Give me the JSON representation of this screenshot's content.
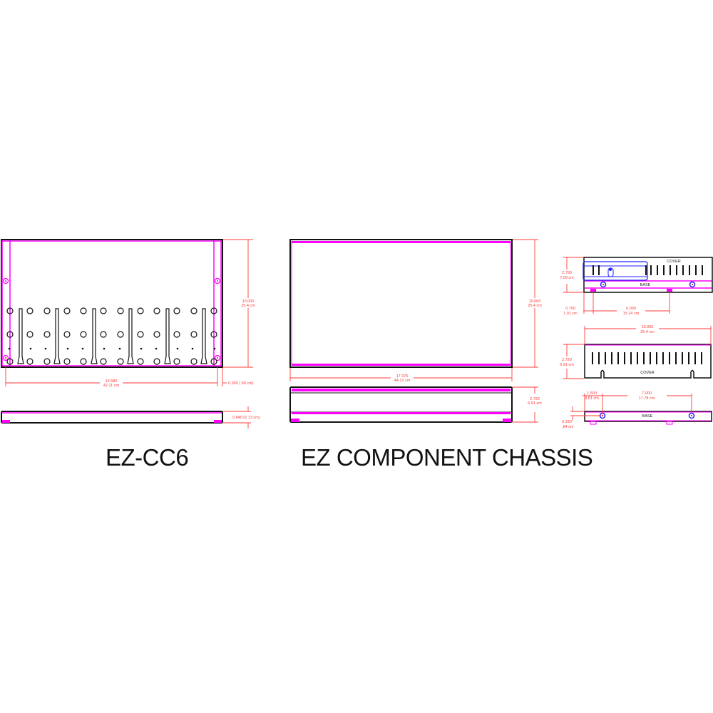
{
  "captions": {
    "left": "EZ-CC6",
    "right": "EZ COMPONENT CHASSIS"
  },
  "colors": {
    "outline": "#111111",
    "magenta": "#ff00ff",
    "dimension": "#ff3b3b",
    "blue": "#2222ff"
  },
  "ez_cc6": {
    "top_view": {
      "height_in": "10.000",
      "height_cm": "25.4 cm",
      "width_in": "16.580",
      "width_cm": "42.11 cm",
      "offset": "0.390 (.99 cm)"
    },
    "side_view": {
      "height": "0.840 (2.13 cm)"
    }
  },
  "chassis": {
    "top_view": {
      "height_in": "10.000",
      "height_cm": "25.4 cm",
      "width_in": "17.375",
      "width_cm": "44.13 cm"
    },
    "front_view": {
      "height_in": "2.720",
      "height_cm": "6.91 cm"
    }
  },
  "side_details": {
    "assembly": {
      "cover_label": "COVER",
      "base_label": "BASE",
      "height_in": "2.790",
      "height_cm": "7.09 cm",
      "foot_offset_in": "0.750",
      "foot_offset_cm": "1.91 cm",
      "foot_spacing_in": "6.000",
      "foot_spacing_cm": "15.24 cm"
    },
    "cover": {
      "cover_label": "COVER",
      "width_in": "10.000",
      "width_cm": "25.4 cm",
      "height_in": "2.720",
      "height_cm": "6.91 cm"
    },
    "base": {
      "base_label": "BASE",
      "hole_offset_in": "1.500",
      "hole_offset_cm": "3.81 cm",
      "hole_spacing_in": "7.000",
      "hole_spacing_cm": "17.78 cm",
      "height_in": "0.330",
      "height_cm": ".84 cm"
    }
  }
}
